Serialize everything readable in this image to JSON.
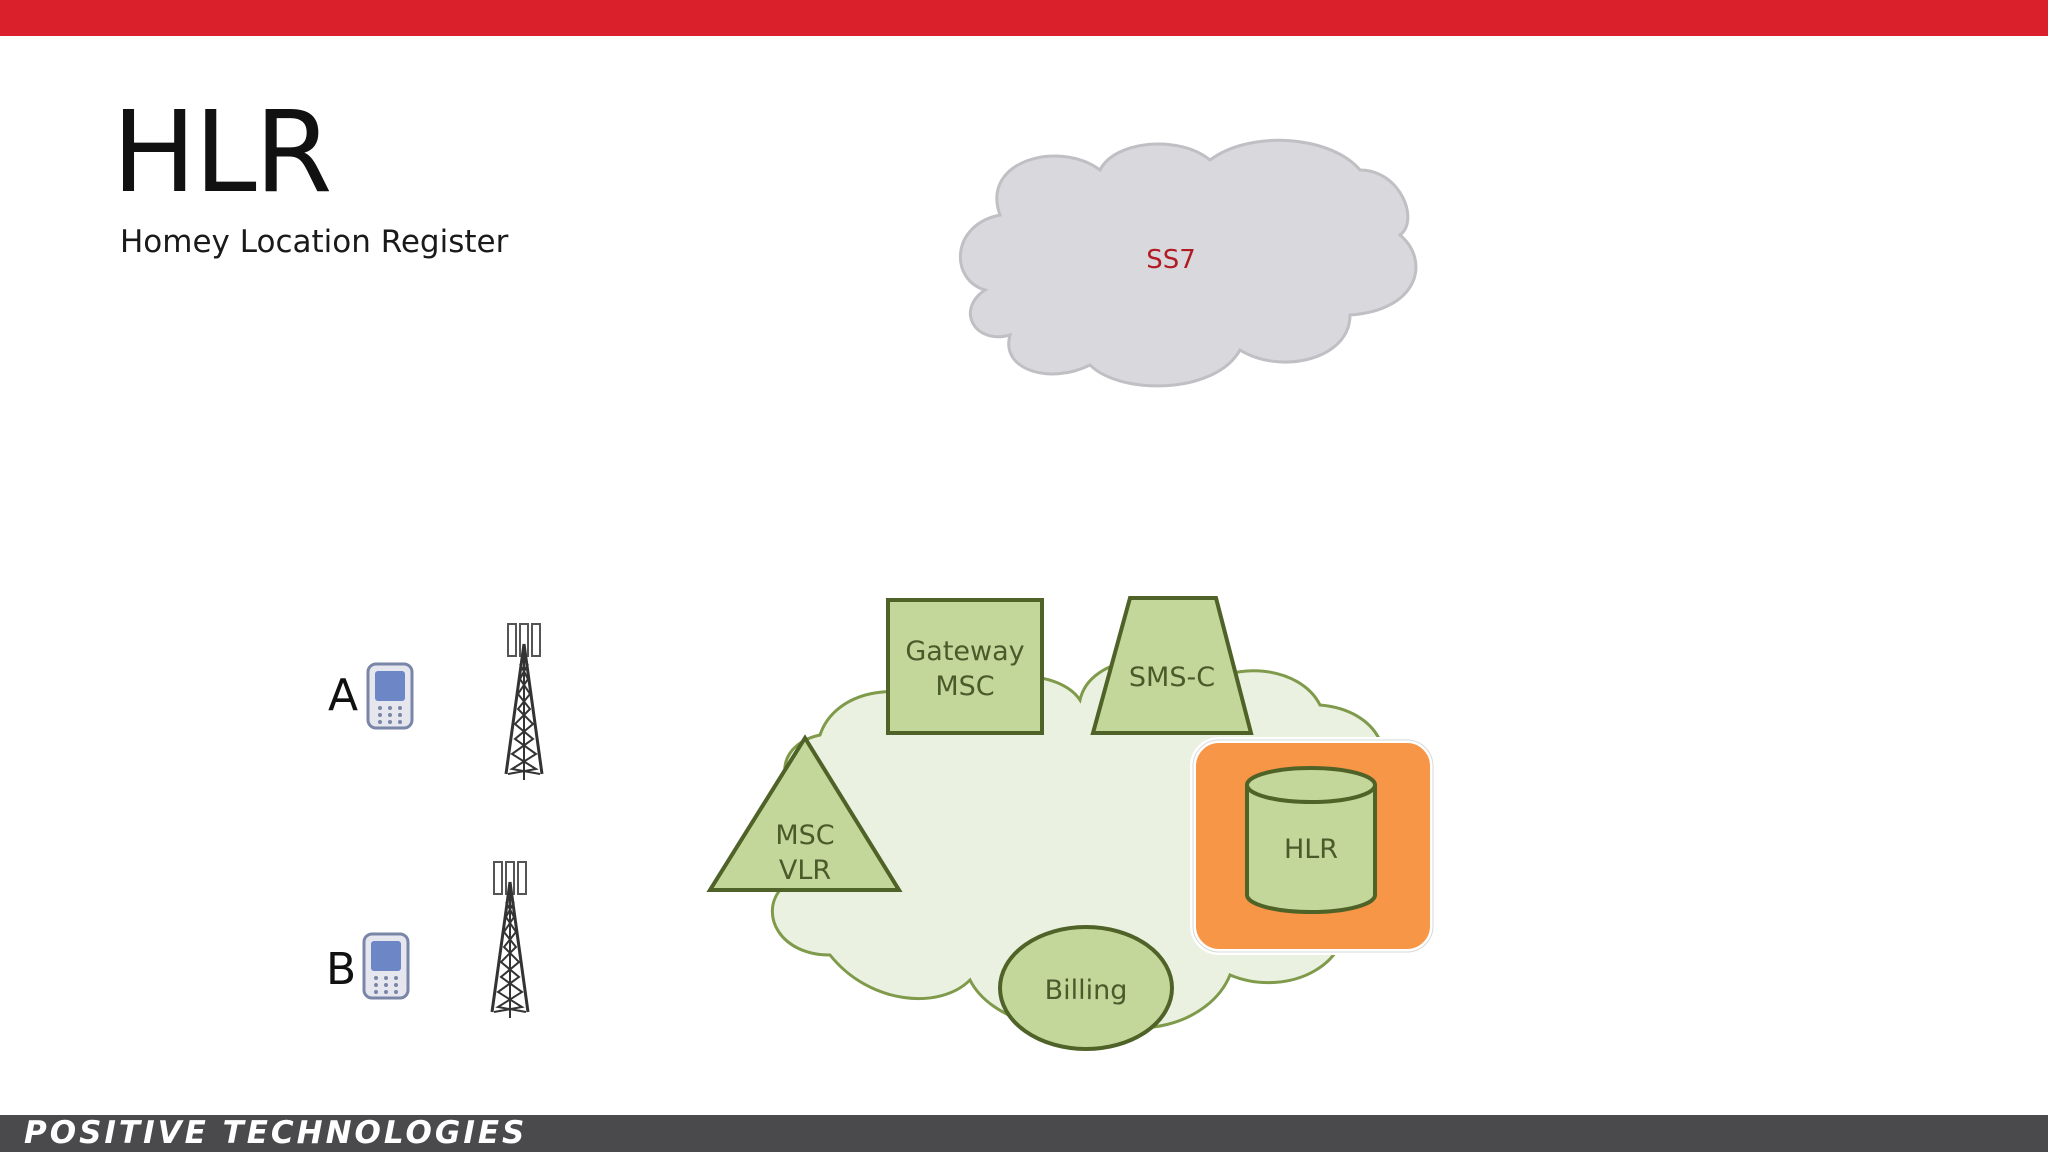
{
  "slide": {
    "title": "HLR",
    "subtitle": "Homey Location Register",
    "brand": "POSITIVE TECHNOLOGIES"
  },
  "diagram": {
    "ss7_cloud_label": "SS7",
    "subscribers": [
      {
        "label": "A"
      },
      {
        "label": "B"
      }
    ],
    "nodes": {
      "gateway_msc": [
        "Gateway",
        "MSC"
      ],
      "sms_c": "SMS-C",
      "msc_vlr": [
        "MSC",
        "VLR"
      ],
      "hlr": "HLR",
      "billing": "Billing"
    }
  },
  "colors": {
    "top_bar": "#d9202b",
    "bottom_bar": "#4a4a4c",
    "ss7_cloud": "#d9d8dc",
    "ss7_label": "#b01c24",
    "network_cloud_fill": "#ebf1e0",
    "network_cloud_stroke": "#7e9a4a",
    "node_fill": "#c4d79b",
    "node_stroke": "#4f6228",
    "node_text": "#4a5a2a",
    "hlr_highlight": "#f79646"
  },
  "icons": [
    "phone-icon",
    "cell-tower-icon",
    "database-icon",
    "cloud-icon"
  ]
}
